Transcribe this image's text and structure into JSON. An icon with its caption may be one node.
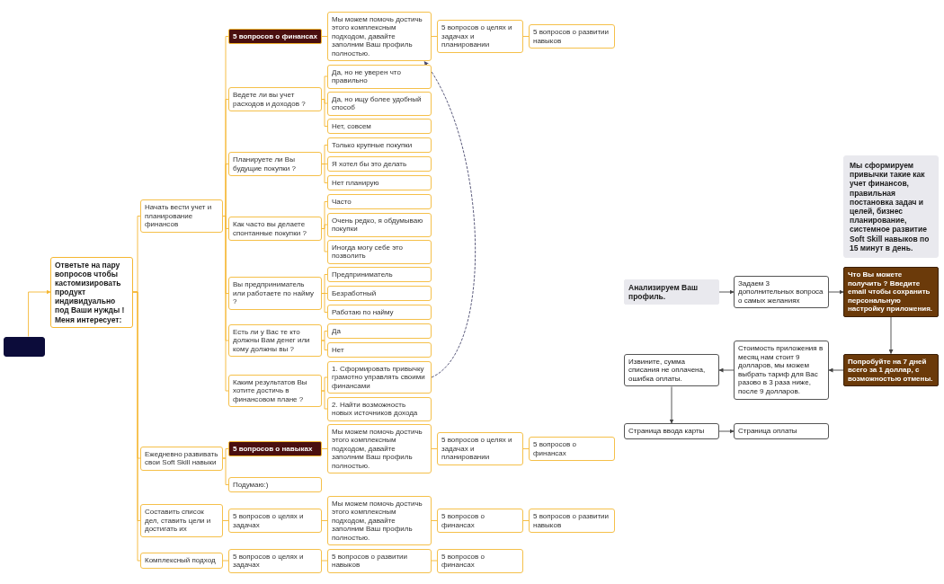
{
  "diagram": {
    "nodes": [
      {
        "text": [],
        "shape": "box"
      },
      {
        "text": [
          "Ответьте на пару вопросов чтобы кастомизировать продукт индивидуально под Ваши нужды ! Меня интересует:"
        ]
      },
      {
        "text": [
          "Начать вести учет и планирование финансов"
        ]
      },
      {
        "text": [
          "5 вопросов о финансах"
        ]
      },
      {
        "text": [
          "Мы можем помочь достичь этого комплексным подходом, давайте заполним Ваш профиль полностью."
        ]
      },
      {
        "text": [
          "5 вопросов о целях и задачах и планировании"
        ]
      },
      {
        "text": [
          "5 вопросов о развитии навыков"
        ]
      },
      {
        "text": [
          "Ведете ли вы учет расходов и доходов ?"
        ]
      },
      {
        "text": [
          "Да, но не уверен что правильно"
        ]
      },
      {
        "text": [
          "Да, но ищу более удобный способ"
        ]
      },
      {
        "text": [
          "Нет, совсем"
        ]
      },
      {
        "text": [
          "Планируете ли Вы будущие покупки ?"
        ]
      },
      {
        "text": [
          "Только крупные покупки"
        ]
      },
      {
        "text": [
          "Я хотел бы это делать"
        ]
      },
      {
        "text": [
          "Нет планирую"
        ]
      },
      {
        "text": [
          "Как часто вы делаете спонтанные покупки ?"
        ]
      },
      {
        "text": [
          "Часто"
        ]
      },
      {
        "text": [
          "Очень редко, я обдумываю покупки"
        ]
      },
      {
        "text": [
          "Иногда могу себе это позволить"
        ]
      },
      {
        "text": [
          "Вы предприниматель или работаете по найму ?"
        ]
      },
      {
        "text": [
          "Предприниматель"
        ]
      },
      {
        "text": [
          "Безработный"
        ]
      },
      {
        "text": [
          "Работаю по найму"
        ]
      },
      {
        "text": [
          "Есть ли у Вас те кто должны Вам денег или кому должны вы ?"
        ]
      },
      {
        "text": [
          "Да"
        ]
      },
      {
        "text": [
          "Нет"
        ]
      },
      {
        "text": [
          "Каким результатов Вы хотите достичь в финансовом плане ?"
        ]
      },
      {
        "text": [
          "1. Сформировать привычку грамотно управлять своими финансами"
        ]
      },
      {
        "text": [
          "2. Найти возможность новых источников дохода"
        ]
      },
      {
        "text": [
          "Ежедневно развивать свои Soft Skill навыки"
        ]
      },
      {
        "text": [
          "5 вопросов о навыках"
        ]
      },
      {
        "text": [
          "Мы можем помочь достичь этого комплексным подходом, давайте заполним Ваш профиль полностью."
        ]
      },
      {
        "text": [
          "5 вопросов о целях и задачах и планировании"
        ]
      },
      {
        "text": [
          "5 вопросов о финансах"
        ]
      },
      {
        "text": [
          "Подумаю:)"
        ]
      },
      {
        "text": [
          "Составить список дел, ставить цели и достигать их"
        ]
      },
      {
        "text": [
          "5 вопросов о целях и задачах"
        ]
      },
      {
        "text": [
          "Мы можем помочь достичь этого комплексным подходом, давайте заполним Ваш профиль полностью."
        ]
      },
      {
        "text": [
          "5 вопросов о финансах"
        ]
      },
      {
        "text": [
          "5 вопросов о развитии навыков"
        ]
      },
      {
        "text": [
          "Комплексный подход"
        ]
      },
      {
        "text": [
          "5 вопросов о целях и задачах"
        ]
      },
      {
        "text": [
          "5 вопросов о развитии навыков"
        ]
      },
      {
        "text": [
          "5 вопросов о финансах"
        ]
      },
      {
        "text": [
          "Анализируем Ваш профиль."
        ]
      },
      {
        "text": [
          "Задаем 3 дополнительных вопроса о самых желаниях"
        ]
      },
      {
        "text": [
          "Мы сформируем привычки такие как учет финансов, правильная постановка задач и целей, бизнес планирование, системное развитие Soft Skill навыков по 15 минут в день."
        ]
      },
      {
        "text": [
          "Что Вы можете получить ? Введите email чтобы сохранить персональную настройку приложения."
        ]
      },
      {
        "text": [
          "Попробуйте на 7 дней всего за 1 доллар, с возможностью отмены."
        ]
      },
      {
        "text": [
          "Стоимость приложения в месяц нам стоит 9 долларов, мы можем выбрать тариф для Вас разово в 3 раза ниже, после 9 долларов."
        ]
      },
      {
        "text": [
          "Извините, сумма списания не оплачена, ошибка оплаты."
        ]
      },
      {
        "text": [
          "Страница ввода карты"
        ]
      },
      {
        "text": [
          "Страница оплаты"
        ]
      }
    ],
    "edges": [
      {
        "from": 0,
        "to": 1,
        "arrow": "to"
      },
      {
        "from": 1,
        "to": 2,
        "arrow": "none"
      },
      {
        "from": 1,
        "to": 29,
        "arrow": "none"
      },
      {
        "from": 1,
        "to": 35,
        "arrow": "none"
      },
      {
        "from": 1,
        "to": 40,
        "arrow": "none"
      },
      {
        "from": 2,
        "to": 3,
        "arrow": "none"
      },
      {
        "from": 2,
        "to": 7,
        "arrow": "none"
      },
      {
        "from": 2,
        "to": 11,
        "arrow": "none"
      },
      {
        "from": 2,
        "to": 15,
        "arrow": "none"
      },
      {
        "from": 2,
        "to": 19,
        "arrow": "none"
      },
      {
        "from": 2,
        "to": 23,
        "arrow": "none"
      },
      {
        "from": 2,
        "to": 26,
        "arrow": "none"
      },
      {
        "from": 3,
        "to": 4,
        "arrow": "none"
      },
      {
        "from": 4,
        "to": 5,
        "arrow": "none"
      },
      {
        "from": 5,
        "to": 6,
        "arrow": "none"
      },
      {
        "from": 7,
        "to": 8,
        "arrow": "none"
      },
      {
        "from": 7,
        "to": 9,
        "arrow": "none"
      },
      {
        "from": 7,
        "to": 10,
        "arrow": "none"
      },
      {
        "from": 11,
        "to": 12,
        "arrow": "none"
      },
      {
        "from": 11,
        "to": 13,
        "arrow": "none"
      },
      {
        "from": 11,
        "to": 14,
        "arrow": "none"
      },
      {
        "from": 15,
        "to": 16,
        "arrow": "none"
      },
      {
        "from": 15,
        "to": 17,
        "arrow": "none"
      },
      {
        "from": 15,
        "to": 18,
        "arrow": "none"
      },
      {
        "from": 19,
        "to": 20,
        "arrow": "none"
      },
      {
        "from": 19,
        "to": 21,
        "arrow": "none"
      },
      {
        "from": 19,
        "to": 22,
        "arrow": "none"
      },
      {
        "from": 23,
        "to": 24,
        "arrow": "none"
      },
      {
        "from": 23,
        "to": 25,
        "arrow": "none"
      },
      {
        "from": 26,
        "to": 27,
        "arrow": "none"
      },
      {
        "from": 26,
        "to": 28,
        "arrow": "none"
      },
      {
        "from": 27,
        "to": 4,
        "arrow": "to",
        "style": "dashed",
        "color": "#4a4a6e"
      },
      {
        "from": 29,
        "to": 30,
        "arrow": "none"
      },
      {
        "from": 29,
        "to": 34,
        "arrow": "none"
      },
      {
        "from": 30,
        "to": 31,
        "arrow": "none"
      },
      {
        "from": 31,
        "to": 32,
        "arrow": "none"
      },
      {
        "from": 32,
        "to": 33,
        "arrow": "none"
      },
      {
        "from": 35,
        "to": 36,
        "arrow": "none"
      },
      {
        "from": 36,
        "to": 37,
        "arrow": "none"
      },
      {
        "from": 37,
        "to": 38,
        "arrow": "none"
      },
      {
        "from": 38,
        "to": 39,
        "arrow": "none"
      },
      {
        "from": 40,
        "to": 41,
        "arrow": "none"
      },
      {
        "from": 41,
        "to": 42,
        "arrow": "none"
      },
      {
        "from": 42,
        "to": 43,
        "arrow": "none"
      },
      {
        "from": 44,
        "to": 45,
        "arrow": "to",
        "color": "#444444"
      },
      {
        "from": 45,
        "to": 47,
        "arrow": "to",
        "color": "#444444"
      },
      {
        "from": 47,
        "to": 48,
        "arrow": "to",
        "color": "#444444"
      },
      {
        "from": 48,
        "to": 49,
        "arrow": "to",
        "color": "#444444"
      },
      {
        "from": 49,
        "to": 50,
        "arrow": "to",
        "color": "#444444"
      },
      {
        "from": 50,
        "to": 51,
        "arrow": "to",
        "color": "#444444"
      },
      {
        "from": 51,
        "to": 52,
        "arrow": "to",
        "color": "#444444"
      }
    ]
  }
}
